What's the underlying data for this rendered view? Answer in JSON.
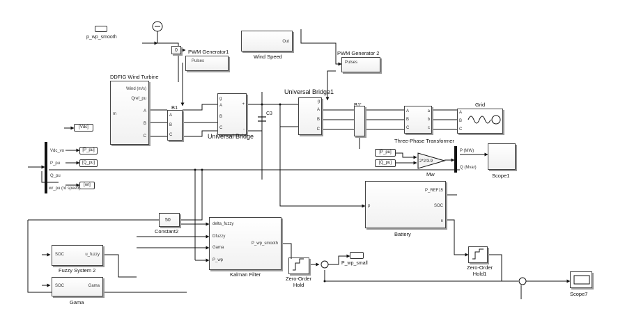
{
  "labels": {
    "p_wp_smooth_tag": "p_wp_smooth",
    "const0": "0",
    "pwm1": "PWM Generator1",
    "pwm2": "PWM Generator 2",
    "pulses": "Pulses",
    "wind_speed": "Wind Speed",
    "wind_speed_out": "Out",
    "dfig": "DDFIG Wind Turbine",
    "dfig_wind": "Wind (m/s)",
    "dfig_qref": "Qref_pu",
    "dfig_m": "m",
    "abc_a": "A",
    "abc_b": "B",
    "abc_c": "C",
    "b1_left": "B1",
    "b1_right": "B1'",
    "ub1_g": "g",
    "ub1_plus": "+",
    "ub1_minus": "-",
    "c3": "C3",
    "universal_bridge": "Universal Bridge",
    "universal_bridge1": "Universal Bridge1",
    "three_phase_tf": "Three-Phase Transformer",
    "grid": "Grid",
    "tf_a1": "A",
    "tf_b1": "B",
    "tf_c1": "C",
    "tf_a2": "a",
    "tf_b2": "b",
    "tf_c2": "c",
    "tag_vdc": "[Vdc]",
    "tag_ppu": "[P_pu]",
    "tag_qpu": "[Q_pu]",
    "tag_wr": "[wr]",
    "dfig_out1": "Vdc_vo",
    "dfig_out2": "P_pu",
    "dfig_out3": "Q_pu",
    "dfig_out4": "wr_pu (rd speed)",
    "from_ppu": "[P_pu]",
    "from_qpu": "[Q_pu]",
    "gain_val": "2*2/3.9",
    "mw": "Mw",
    "pmw": "P (MW)",
    "qmvar": "Q (Mvar)",
    "scope1": "Scope1",
    "battery": "Battery",
    "battery_p": "p",
    "battery_soc": "SOC",
    "battery_n": "n",
    "battery_pref": "P_REF15",
    "constant2": "Constant2",
    "const50": "50",
    "kalman": "Kalman Filter",
    "kalman_in1": "delta_fuzzy",
    "kalman_in2": "Dfuzzy",
    "kalman_in3": "Gama",
    "kalman_in4": "P_wp",
    "kalman_out": "P_wp_smooth",
    "zoh": "Zero-Order\nHold",
    "zoh1": "Zero-Order\nHold1",
    "p_wp_small": "P_wp_small",
    "fuzzy2": "Fuzzy System 2",
    "fuzzy_soc": "SOC",
    "fuzzy_out": "u_fuzzy",
    "gama": "Gama",
    "gama_soc": "SOC",
    "gama_out": "Gama",
    "scope7": "Scope7"
  },
  "colors": {
    "line": "#111111",
    "block_border": "#444444",
    "shadow": "#9a9a9a",
    "background": "#ffffff"
  },
  "icons": {
    "gain": "triangle-gain-icon",
    "diode": "diode-bridge-icon",
    "transformer": "transformer-coil-icon",
    "grid_source": "sine-source-icon",
    "zoh": "step-wave-icon",
    "sum": "sum-circle-icon",
    "scope": "scope-screen-icon",
    "mux": "mux-bar-icon"
  }
}
